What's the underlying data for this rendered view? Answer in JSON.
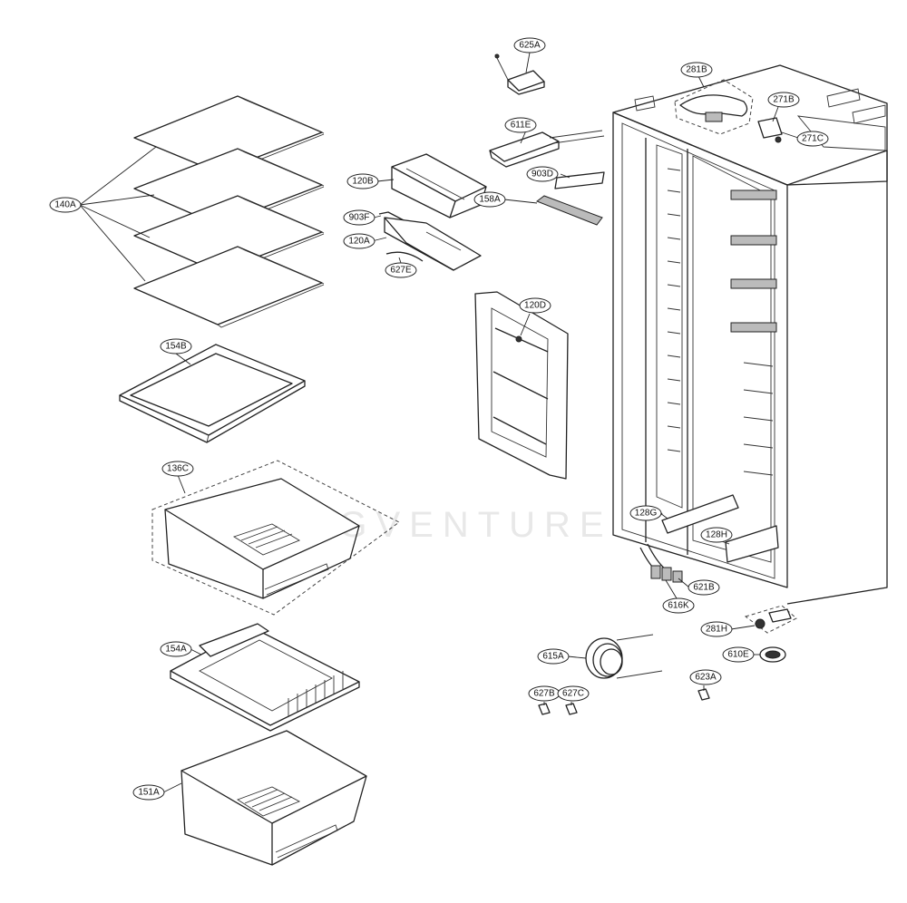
{
  "watermark": "LOGVENTURE",
  "callouts": {
    "c140A": "140A",
    "c154B": "154B",
    "c136C": "136C",
    "c154A": "154A",
    "c151A": "151A",
    "c625A": "625A",
    "c611E": "611E",
    "c120B": "120B",
    "c903D": "903D",
    "c158A": "158A",
    "c903F": "903F",
    "c120A": "120A",
    "c627E": "627E",
    "c120D": "120D",
    "c281B": "281B",
    "c271B": "271B",
    "c271C": "271C",
    "c128G": "128G",
    "c128H": "128H",
    "c621B": "621B",
    "c616K": "616K",
    "c281H": "281H",
    "c610E": "610E",
    "c615A": "615A",
    "c623A": "623A",
    "c627B": "627B",
    "c627C": "627C"
  }
}
